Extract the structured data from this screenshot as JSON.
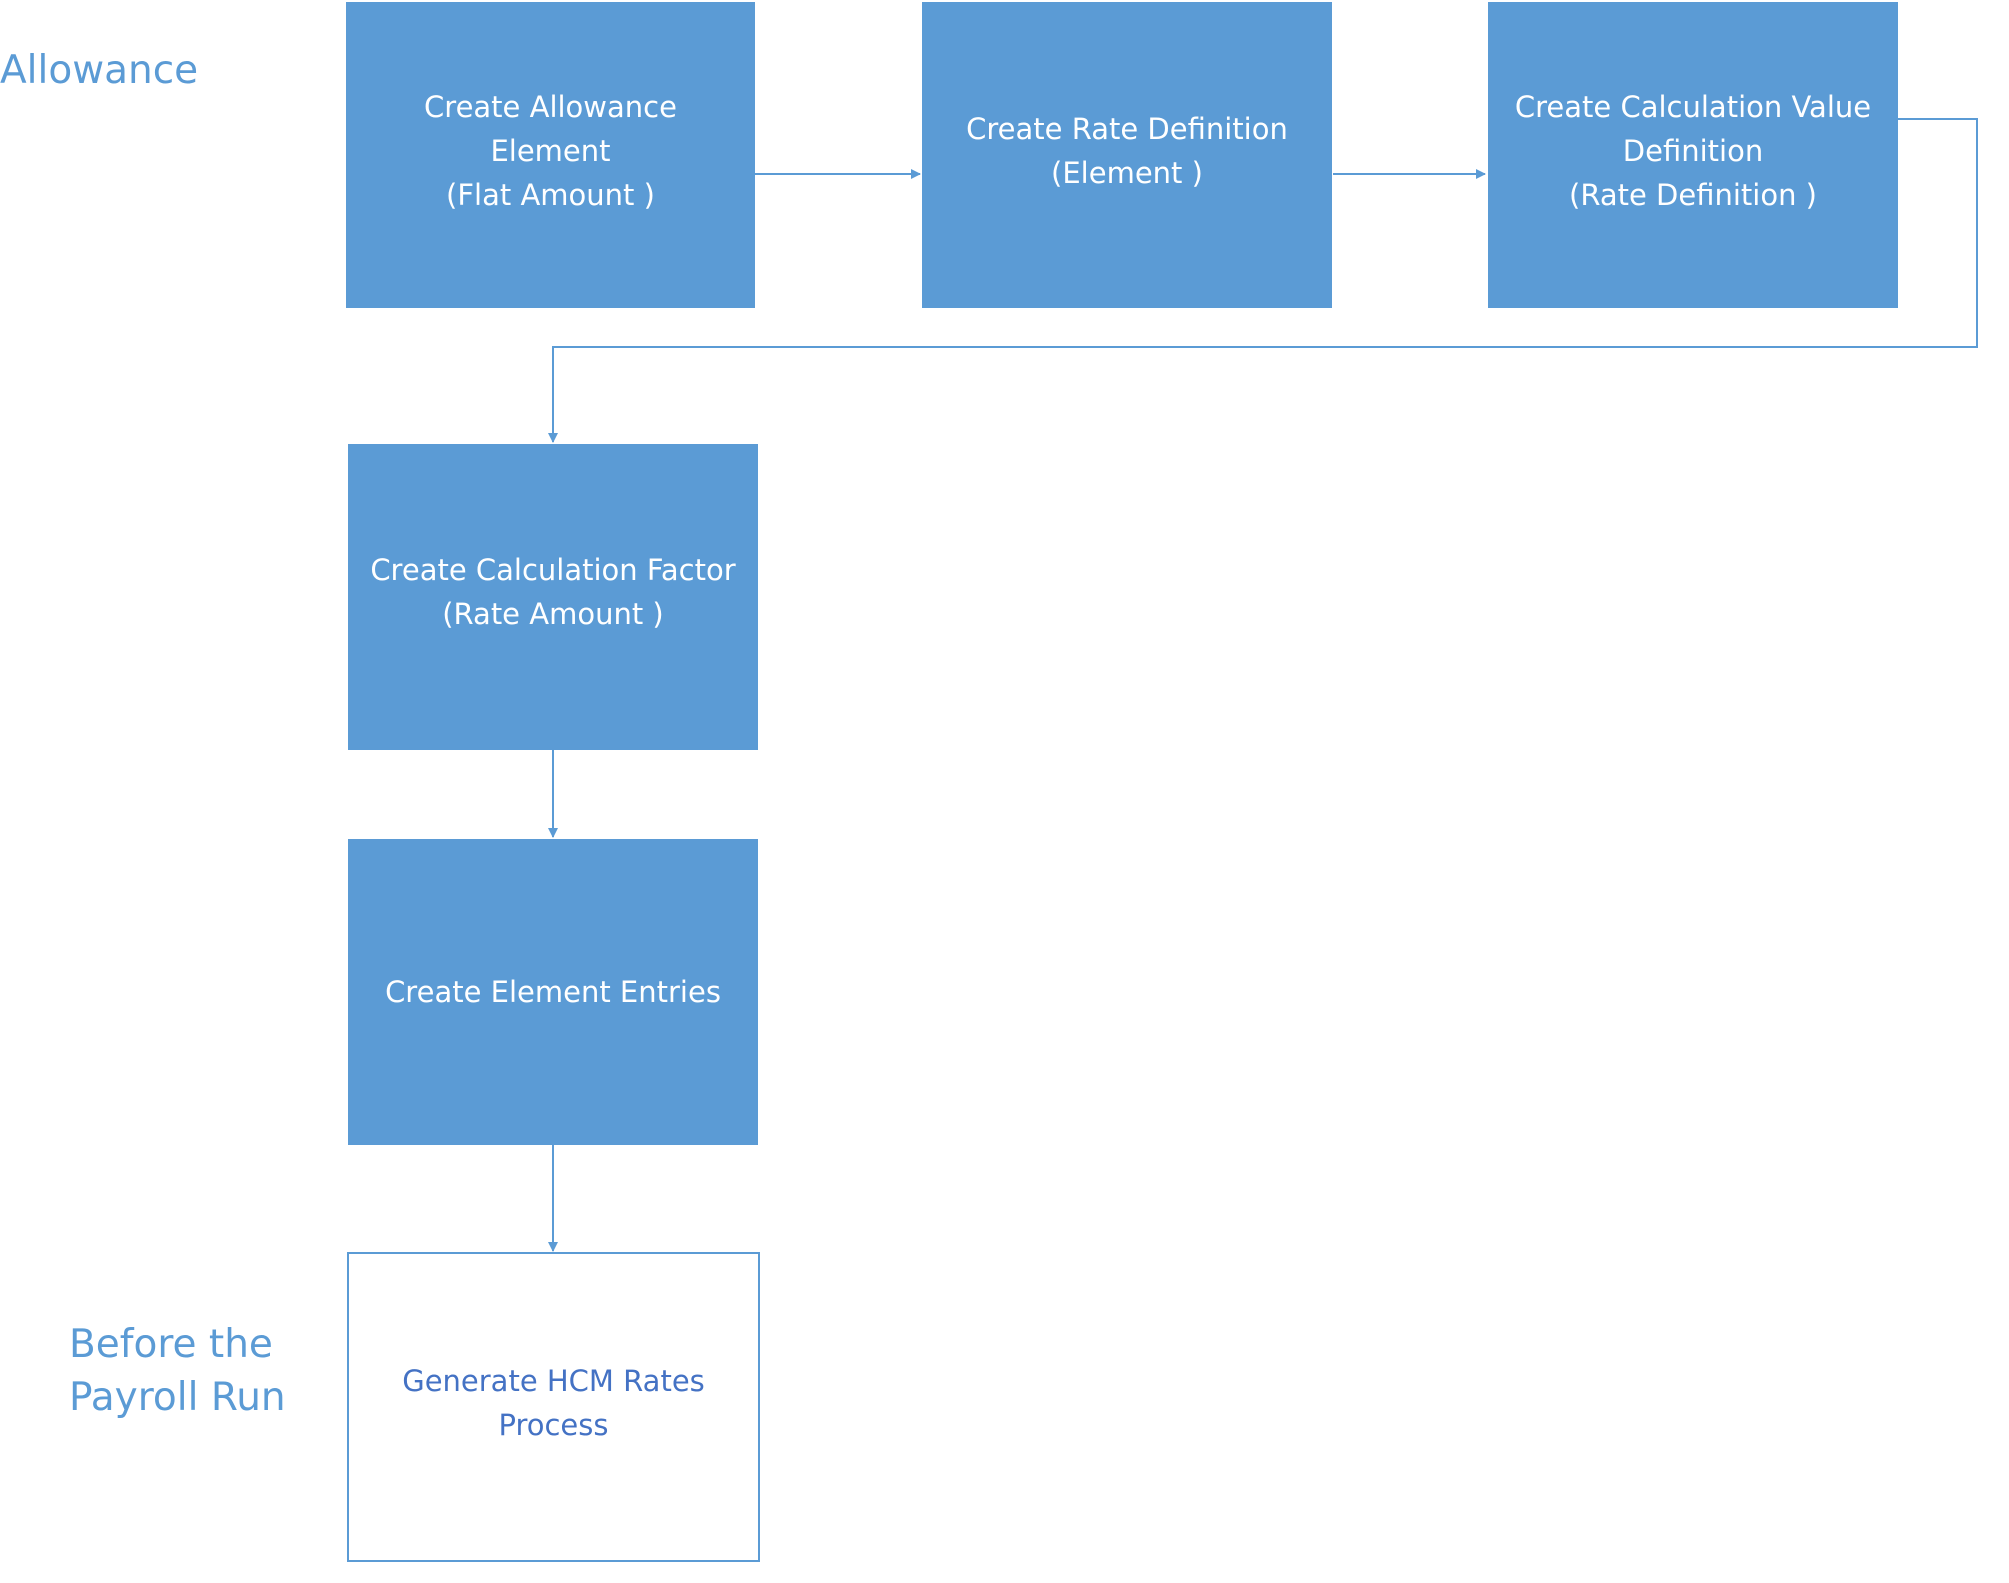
{
  "labels": {
    "allowance": "Allowance",
    "before_payroll": "Before the\nPayroll Run"
  },
  "nodes": {
    "create_allowance_element": "Create Allowance\nElement\n(Flat Amount )",
    "create_rate_definition": "Create Rate Definition\n(Element )",
    "create_calc_value_definition": "Create Calculation Value\nDefinition\n(Rate Definition  )",
    "create_calc_factor": "Create Calculation Factor\n(Rate Amount )",
    "create_element_entries": "Create Element Entries",
    "generate_hcm_rates": "Generate HCM Rates\nProcess"
  },
  "colors": {
    "fill": "#5b9bd5",
    "label": "#5b9bd5",
    "outline_text": "#4472c4",
    "connector": "#5b9bd5"
  }
}
